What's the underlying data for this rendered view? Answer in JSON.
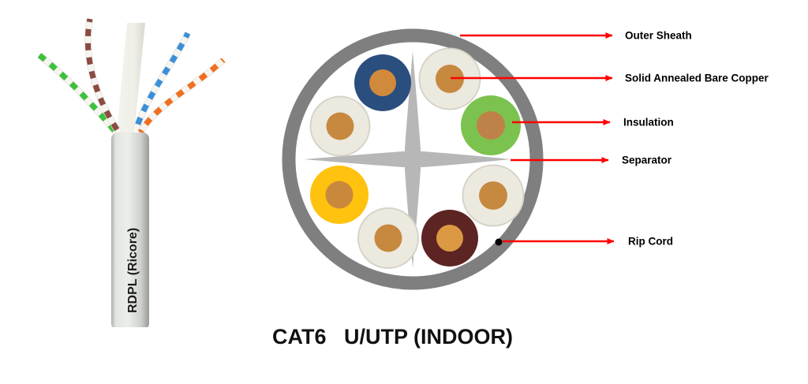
{
  "title": "CAT6   U/UTP (INDOOR)",
  "cable_photo": {
    "jacket_label": "RDPL (Ricore)",
    "jacket_color": "#d4d6d2",
    "separator_strip_color": "#f1f1ea",
    "white_strand_color": "#f7f5f0",
    "pairs": [
      {
        "name": "green-pair",
        "color": "#3cc13c"
      },
      {
        "name": "brown-pair",
        "color": "#8a4b41"
      },
      {
        "name": "blue-pair",
        "color": "#3a8fd9"
      },
      {
        "name": "orange-pair",
        "color": "#f06f22"
      }
    ]
  },
  "cross_section": {
    "sheath_color": "#7f7f7f",
    "separator_color": "#b7b7b7",
    "rip_cord_color": "#000000",
    "conductors": [
      {
        "name": "blue",
        "insulation_color": "#2a4e7e",
        "copper_color": "#d18a3c"
      },
      {
        "name": "white-top",
        "insulation_color": "#ece9df",
        "copper_color": "#c6893f"
      },
      {
        "name": "green",
        "insulation_color": "#7cc24e",
        "copper_color": "#be8248"
      },
      {
        "name": "white-right",
        "insulation_color": "#ece9df",
        "copper_color": "#c6893f"
      },
      {
        "name": "brown",
        "insulation_color": "#5c2422",
        "copper_color": "#dc9943"
      },
      {
        "name": "white-bottom",
        "insulation_color": "#ece9df",
        "copper_color": "#c6893f"
      },
      {
        "name": "yellow",
        "insulation_color": "#ffc20e",
        "copper_color": "#c9893d"
      },
      {
        "name": "white-left",
        "insulation_color": "#ece9df",
        "copper_color": "#c6893f"
      }
    ]
  },
  "annotations": {
    "arrow_color": "#ff0000",
    "labels": [
      {
        "text": "Outer Sheath"
      },
      {
        "text": "Solid Annealed Bare Copper"
      },
      {
        "text": "Insulation"
      },
      {
        "text": "Separator"
      },
      {
        "text": "Rip Cord"
      }
    ]
  }
}
